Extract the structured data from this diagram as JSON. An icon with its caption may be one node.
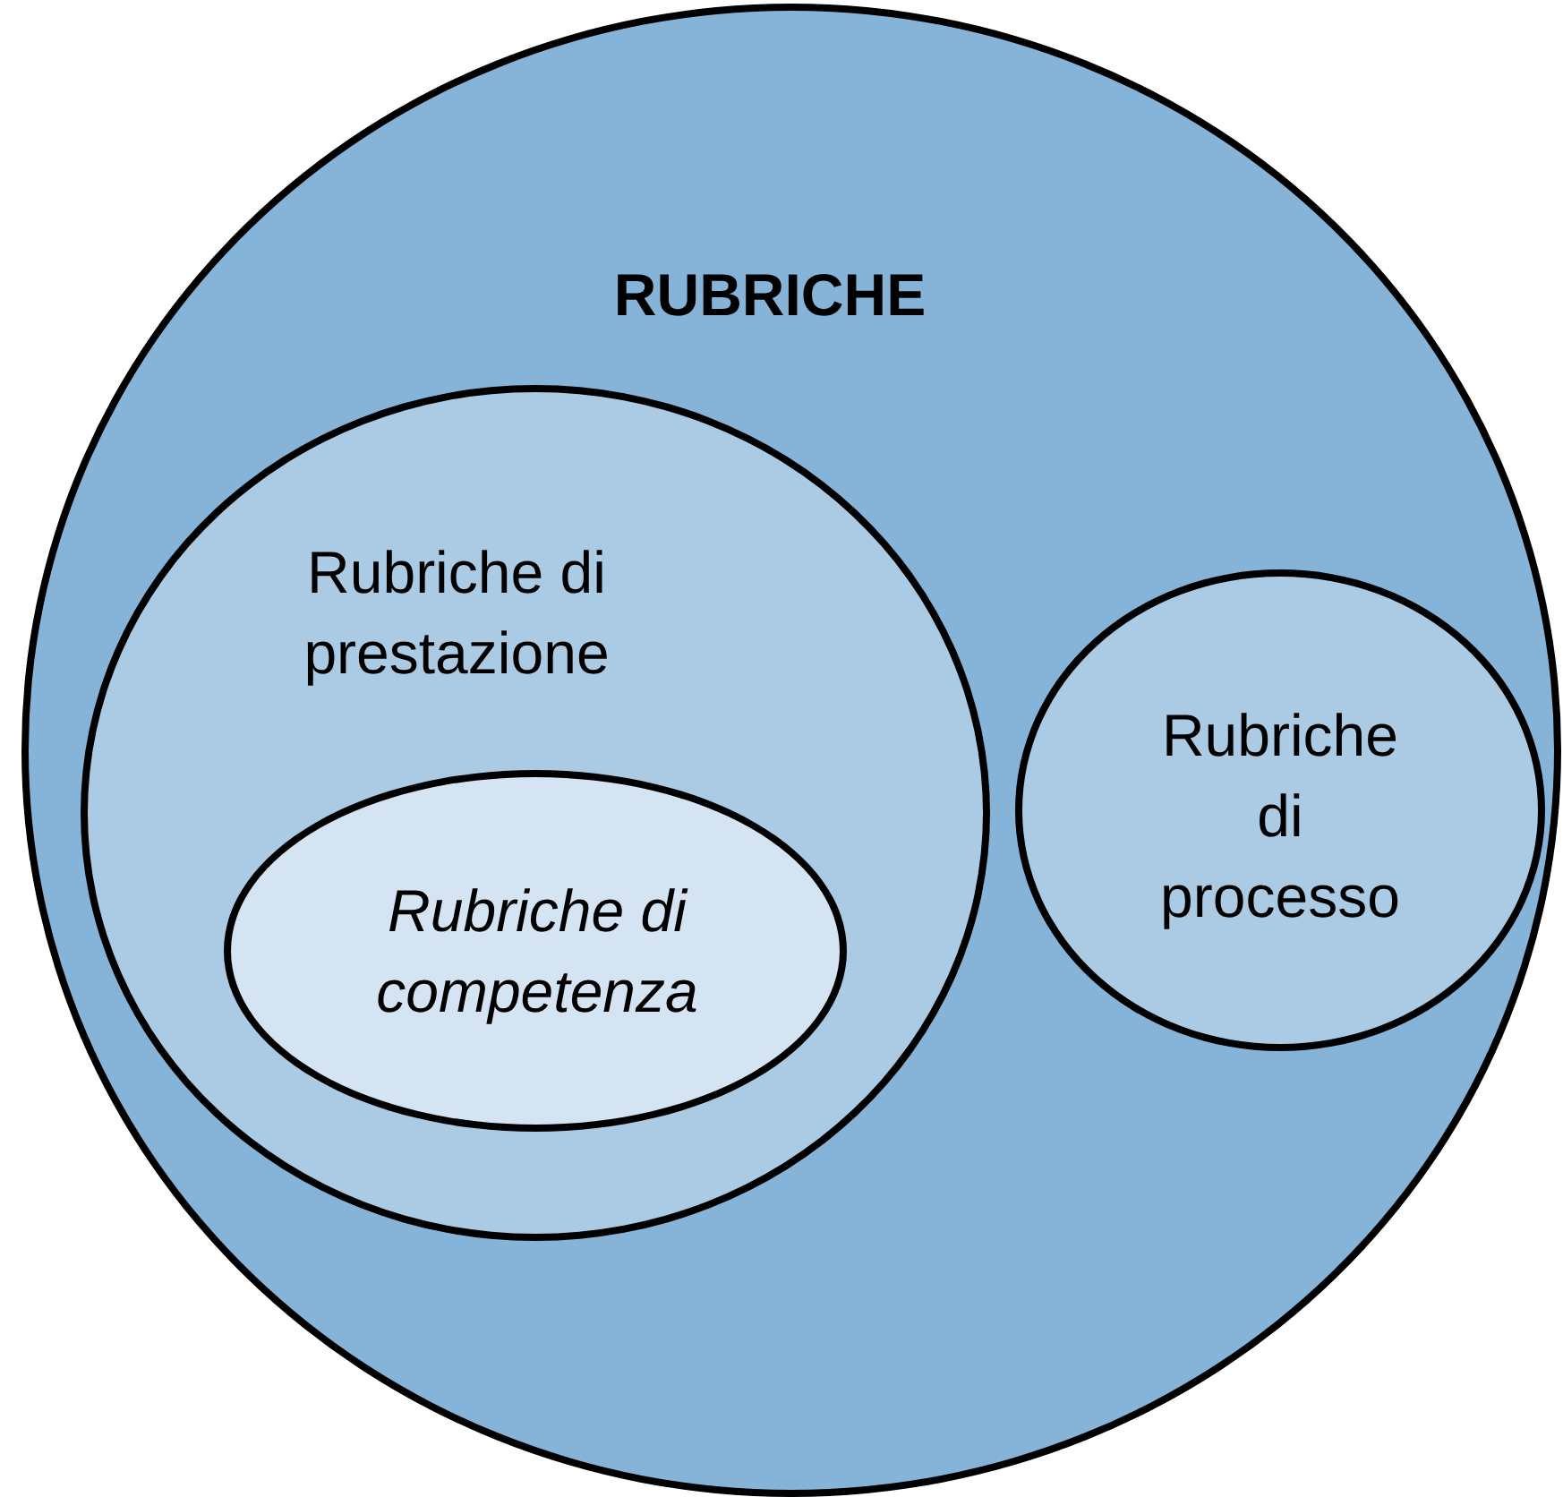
{
  "diagram": {
    "nodes": [
      {
        "text": [
          "RUBRICHE"
        ]
      },
      {
        "text": [
          "Rubriche di prestazione"
        ],
        "in": 0
      },
      {
        "text": [
          "Rubriche di competenza"
        ],
        "in": 1
      },
      {
        "text": [
          "Rubriche di processo"
        ],
        "in": 0
      }
    ]
  }
}
